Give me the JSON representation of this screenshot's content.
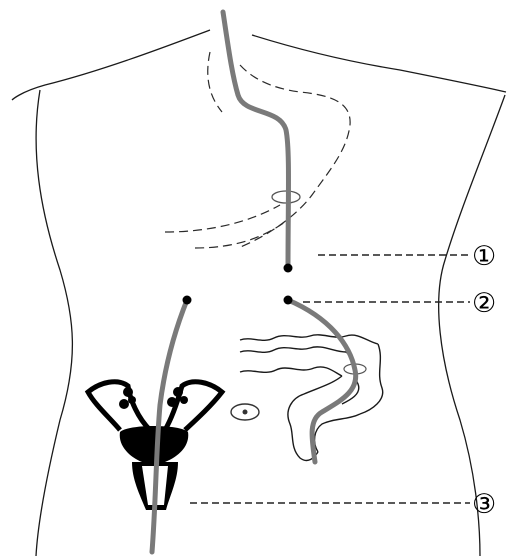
{
  "callouts": [
    {
      "id": "1",
      "label": "①"
    },
    {
      "id": "2",
      "label": "②"
    },
    {
      "id": "3",
      "label": "③"
    }
  ],
  "colors": {
    "outline": "#1a1a1a",
    "tube": "#7a7a7a",
    "organ_fill": "#000000",
    "background": "#ffffff"
  }
}
